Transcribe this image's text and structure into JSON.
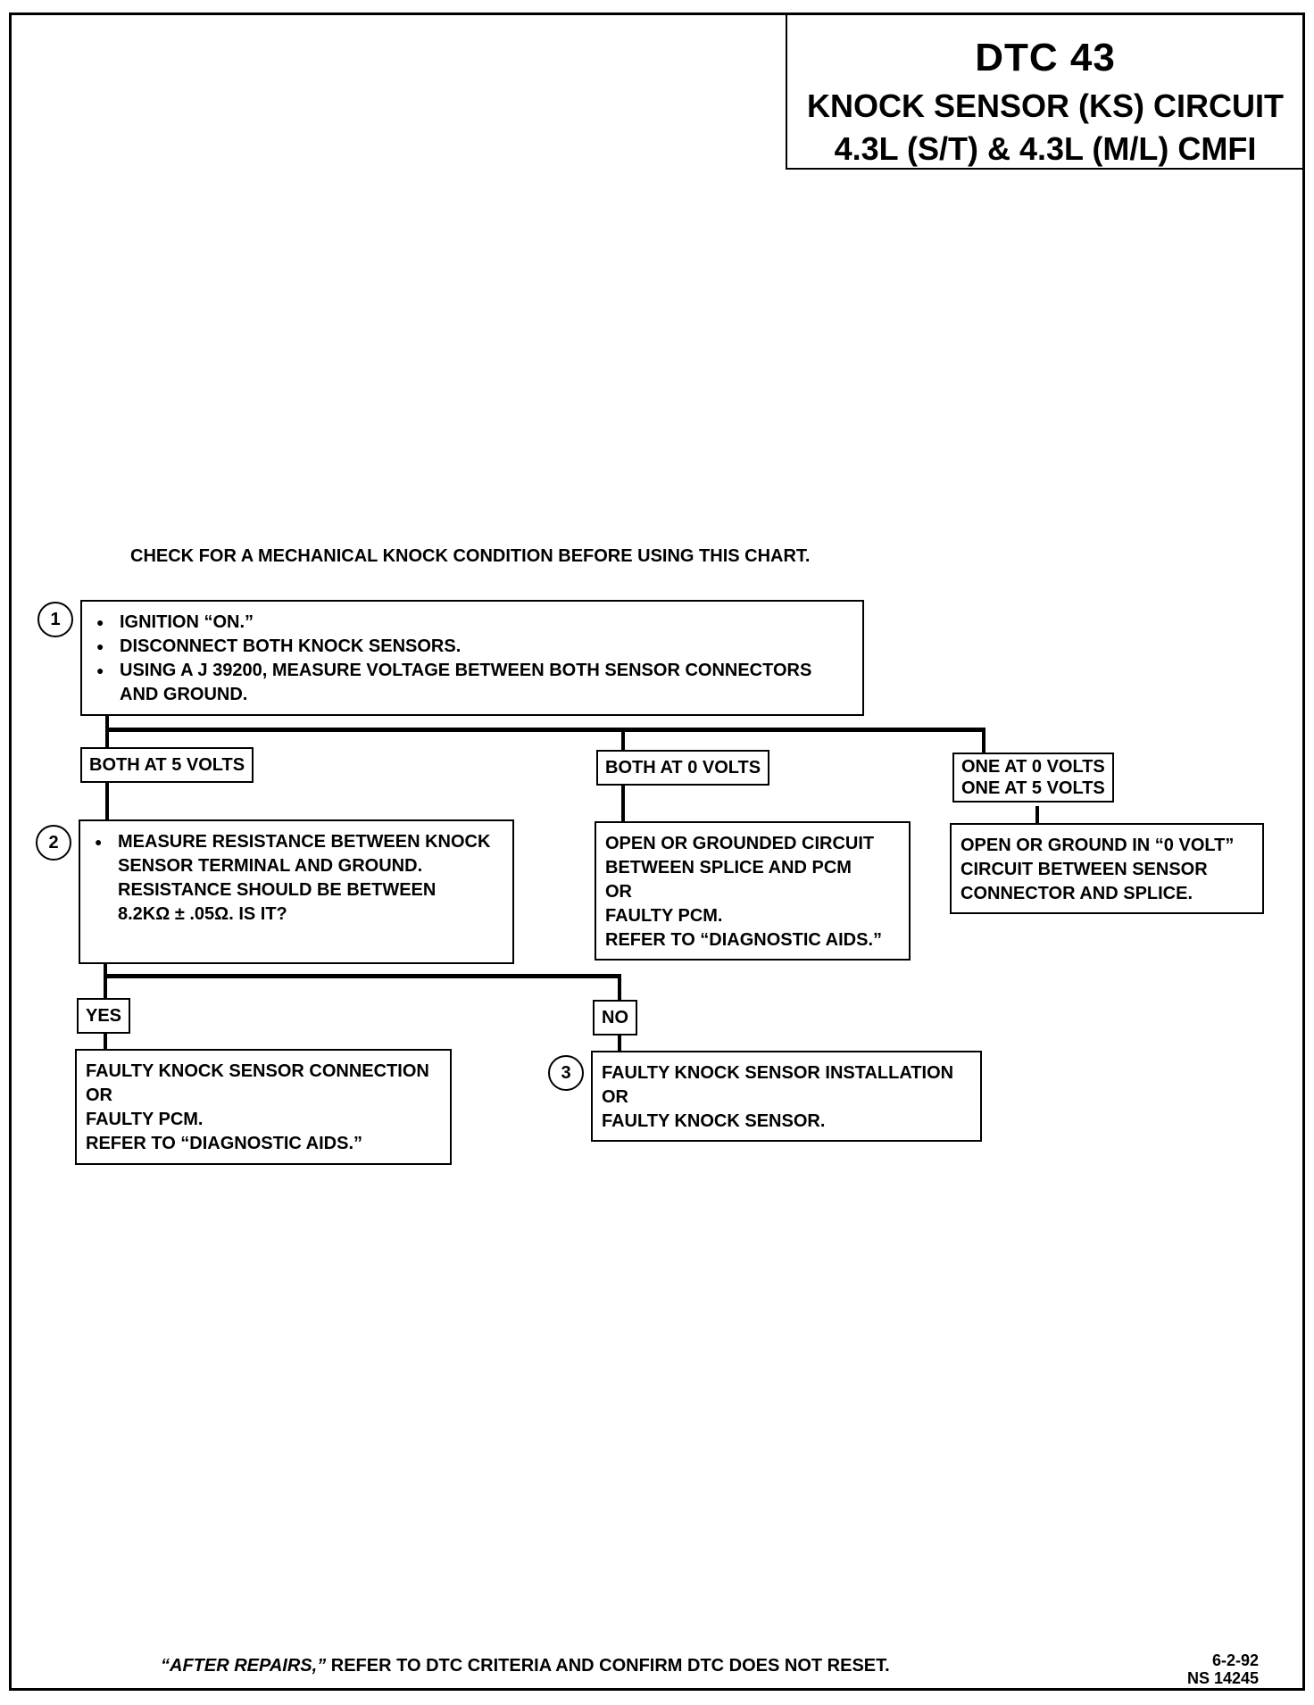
{
  "header": {
    "title": "DTC 43",
    "subtitle_line1": "KNOCK SENSOR (KS) CIRCUIT",
    "subtitle_line2": "4.3L (S/T) & 4.3L (M/L) CMFI"
  },
  "intro_note": "CHECK FOR A MECHANICAL KNOCK CONDITION BEFORE USING THIS CHART.",
  "step1": {
    "number": "1",
    "bullets": [
      "IGNITION “ON.”",
      "DISCONNECT BOTH KNOCK SENSORS.",
      "USING A J 39200, MEASURE VOLTAGE BETWEEN BOTH SENSOR CONNECTORS AND GROUND."
    ]
  },
  "branches1": {
    "both5": "BOTH AT 5 VOLTS",
    "both0": "BOTH AT 0 VOLTS",
    "one_line1": "ONE AT 0 VOLTS",
    "one_line2": "ONE AT 5 VOLTS"
  },
  "step2": {
    "number": "2",
    "bullet_lines": [
      "MEASURE RESISTANCE BETWEEN KNOCK",
      "SENSOR TERMINAL AND GROUND.",
      "RESISTANCE SHOULD BE BETWEEN",
      "8.2KΩ  ± .05Ω.    IS IT?"
    ]
  },
  "result_both0": [
    "OPEN OR GROUNDED CIRCUIT",
    "BETWEEN SPLICE AND PCM",
    "OR",
    "FAULTY PCM.",
    "REFER TO “DIAGNOSTIC AIDS.”"
  ],
  "result_one": [
    "OPEN OR GROUND IN “0 VOLT”",
    "CIRCUIT BETWEEN SENSOR",
    "CONNECTOR AND SPLICE."
  ],
  "branches2": {
    "yes": "YES",
    "no": "NO"
  },
  "result_yes": [
    "FAULTY KNOCK SENSOR CONNECTION",
    "OR",
    "FAULTY PCM.",
    "REFER TO “DIAGNOSTIC AIDS.”"
  ],
  "step3": {
    "number": "3",
    "lines": [
      "FAULTY KNOCK SENSOR INSTALLATION",
      "OR",
      "FAULTY KNOCK SENSOR."
    ]
  },
  "footer": {
    "italic": "“AFTER REPAIRS,”",
    "rest": " REFER TO DTC CRITERIA AND CONFIRM DTC DOES NOT RESET."
  },
  "ref": {
    "date": "6-2-92",
    "code": "NS 14245"
  }
}
